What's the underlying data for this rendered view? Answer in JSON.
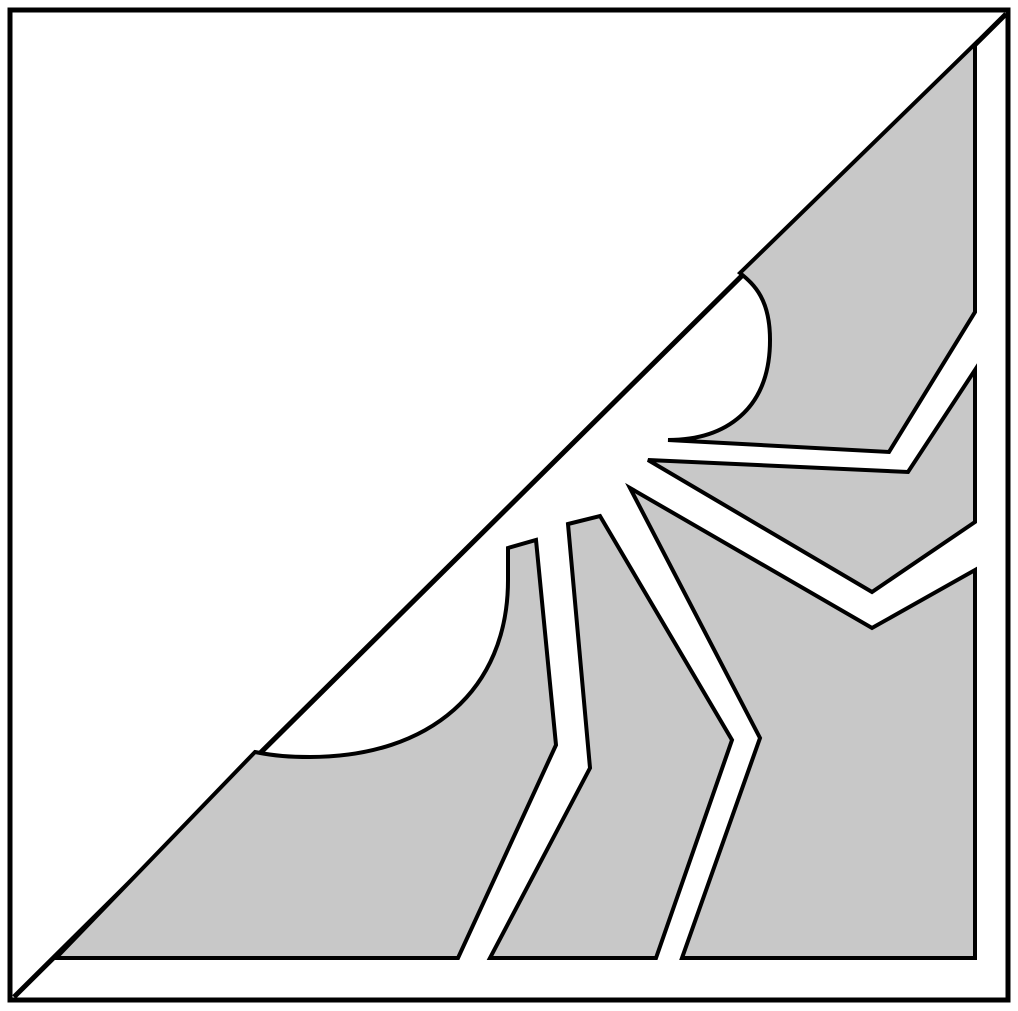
{
  "figure": {
    "background": "#ffffff",
    "stroke_color": "#000000",
    "fill_color": "#c8c8c8",
    "region_count": 5,
    "regions": [
      {
        "name": "region-bottom-left"
      },
      {
        "name": "region-lower-middle"
      },
      {
        "name": "region-lower-right"
      },
      {
        "name": "region-right-middle"
      },
      {
        "name": "region-top-right"
      }
    ]
  }
}
